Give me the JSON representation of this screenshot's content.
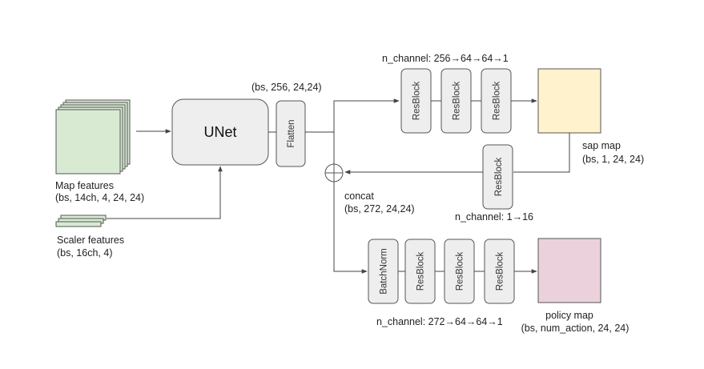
{
  "colors": {
    "map_feature_fill": "#d9ead3",
    "sap_map_fill": "#fff2cc",
    "policy_map_fill": "#ead1dc",
    "block_fill": "#eeeeee",
    "stroke": "#555555",
    "line": "#444444"
  },
  "inputs": {
    "map_features": {
      "name": "Map features",
      "shape": "(bs, 14ch, 4, 24, 24)"
    },
    "scaler_features": {
      "name": "Scaler features",
      "shape": "(bs, 16ch, 4)"
    }
  },
  "unet": {
    "label": "UNet",
    "output_shape": "(bs, 256, 24,24)"
  },
  "flatten": {
    "label": "Flatten"
  },
  "sap_branch": {
    "channels": "n_channel: 256→64→64→1",
    "blocks": [
      "ResBlock",
      "ResBlock",
      "ResBlock"
    ],
    "output_name": "sap map",
    "output_shape": "(bs, 1, 24, 24)"
  },
  "feedback": {
    "block": "ResBlock",
    "channels": "n_channel: 1→16"
  },
  "concat": {
    "name": "concat",
    "shape": "(bs, 272, 24,24)",
    "symbol": "⊕"
  },
  "policy_branch": {
    "channels": "n_channel: 272→64→64→1",
    "blocks": [
      "BatchNorm",
      "ResBlock",
      "ResBlock",
      "ResBlock"
    ],
    "output_name": "policy map",
    "output_shape": "(bs, num_action, 24, 24)"
  }
}
